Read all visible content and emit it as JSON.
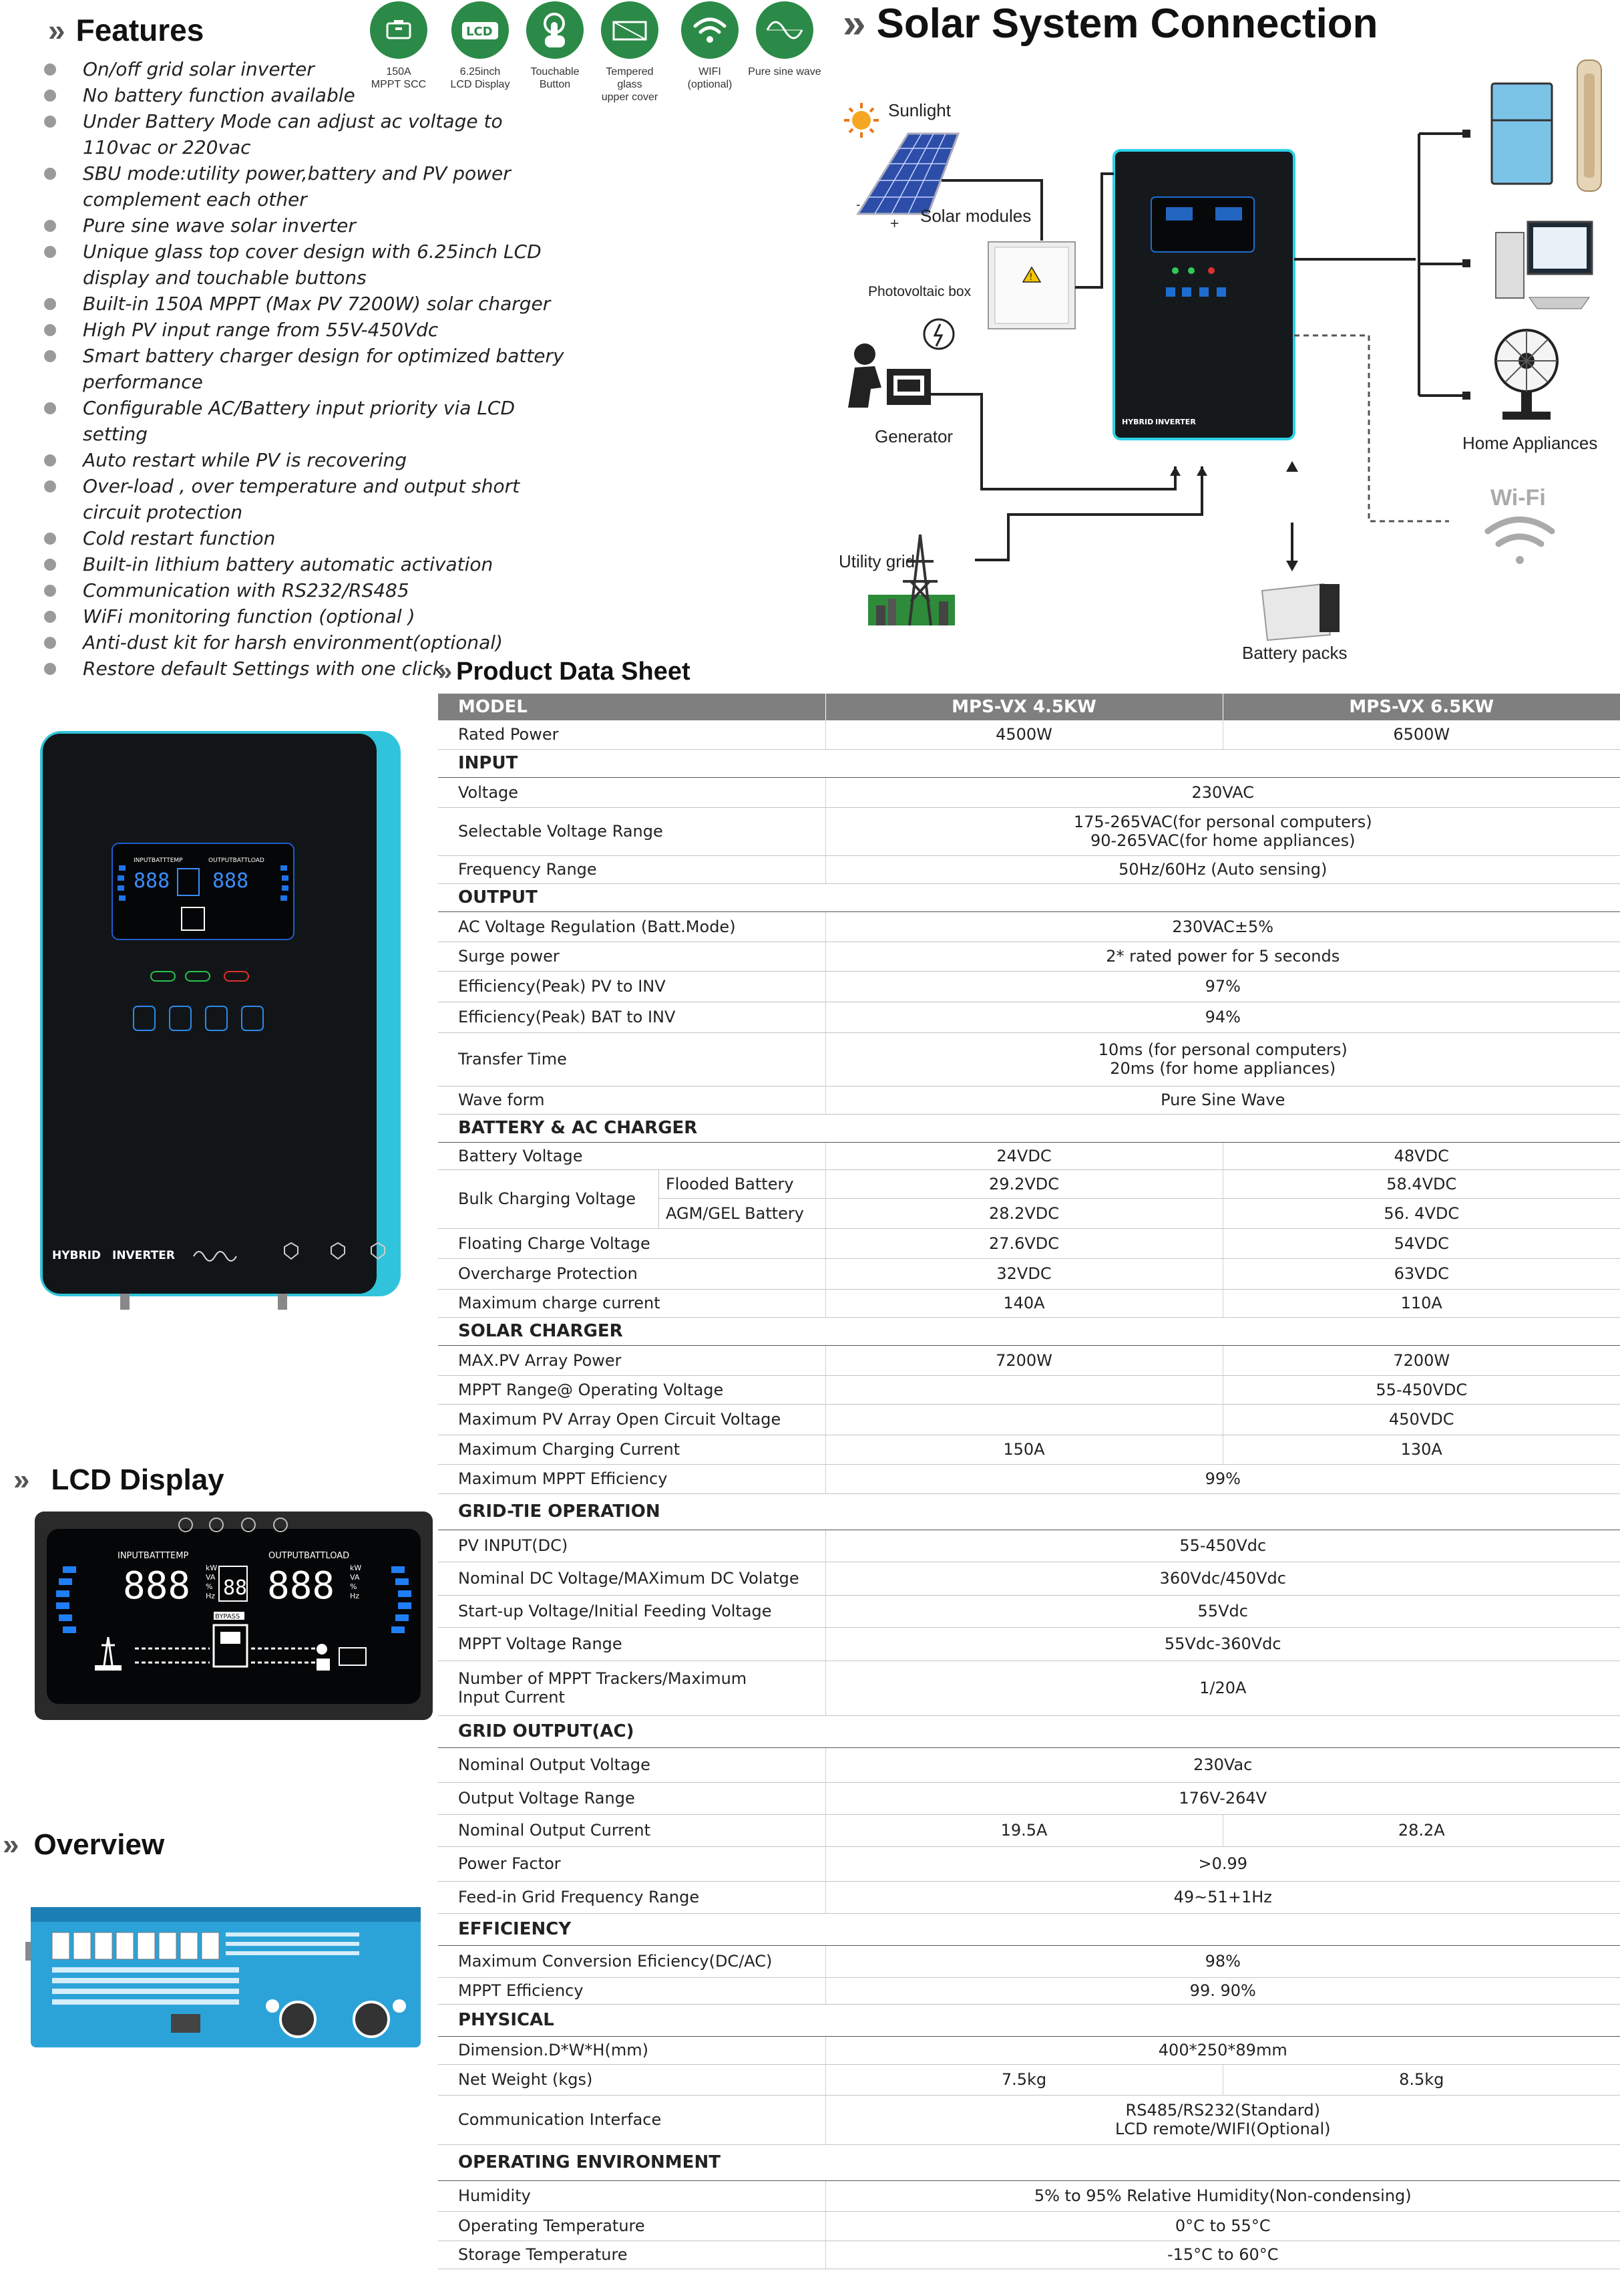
{
  "features": {
    "title": "Features",
    "items": [
      "On/off grid solar inverter",
      "No battery function available",
      "Under Battery Mode can adjust ac voltage to 110vac or 220vac",
      "SBU mode:utility power,battery and PV power complement each other",
      "Pure sine wave solar inverter",
      "Unique glass top cover design with 6.25inch LCD display and touchable buttons",
      "Built-in 150A MPPT (Max PV 7200W) solar charger",
      "High PV input range from 55V-450Vdc",
      "Smart battery charger design for optimized battery performance",
      "Configurable AC/Battery input priority via LCD setting",
      "Auto restart while PV is recovering",
      "Over-load , over temperature and output short circuit protection",
      "Cold restart function",
      "Built-in lithium battery automatic activation",
      "Communication with RS232/RS485",
      "WiFi monitoring function (optional )",
      "Anti-dust kit for harsh environment(optional)",
      "Restore default Settings with one click"
    ],
    "icons": [
      {
        "name": "mppt-scc-icon",
        "caption": "150A\nMPPT SCC"
      },
      {
        "name": "lcd-display-icon",
        "caption": "6.25inch\nLCD Display"
      },
      {
        "name": "touch-button-icon",
        "caption": "Touchable\nButton"
      },
      {
        "name": "tempered-glass-icon",
        "caption": "Tempered glass\nupper cover"
      },
      {
        "name": "wifi-icon",
        "caption": "WIFI\n(optional)"
      },
      {
        "name": "sine-wave-icon",
        "caption": "Pure sine wave"
      }
    ],
    "icon_color": "#2b8a47"
  },
  "solar": {
    "title": "Solar System Connection",
    "labels": {
      "sunlight": "Sunlight",
      "modules": "Solar modules",
      "pvbox": "Photovoltaic box",
      "generator": "Generator",
      "utility": "Utility grid",
      "battery": "Battery packs",
      "appliances": "Home Appliances",
      "wifi": "Wi-Fi"
    },
    "inverter_text": {
      "hybrid": "HYBRID",
      "inverter": "INVERTER"
    }
  },
  "product_text": {
    "hybrid": "HYBRID",
    "inverter": "INVERTER"
  },
  "lcd": {
    "title": "LCD Display",
    "input_label": "INPUTBATTTEMP",
    "output_label": "OUTPUTBATTLOAD",
    "digits": "888",
    "units": "kW\nVA\n%\nHz",
    "bypass": "BYPASS"
  },
  "overview": {
    "title": "Overview"
  },
  "datasheet": {
    "title": "Product Data Sheet",
    "header": {
      "label": "MODEL",
      "col1": "MPS-VX 4.5KW",
      "col2": "MPS-VX 6.5KW"
    },
    "rows": [
      {
        "t": "r",
        "label": "Rated Power",
        "v1": "4500W",
        "v2": "6500W",
        "h": 43
      },
      {
        "t": "s",
        "label": "INPUT",
        "h": 42
      },
      {
        "t": "r",
        "label": "Voltage",
        "v": "230VAC",
        "h": 45
      },
      {
        "t": "r",
        "label": "Selectable Voltage Range",
        "v": "175-265VAC(for personal computers)\n90-265VAC(for home appliances)",
        "h": 72
      },
      {
        "t": "r",
        "label": "Frequency Range",
        "v": "50Hz/60Hz (Auto sensing)",
        "h": 42
      },
      {
        "t": "s",
        "label": "OUTPUT",
        "h": 42
      },
      {
        "t": "r",
        "label": "AC Voltage Regulation (Batt.Mode)",
        "v": "230VAC±5%",
        "h": 45
      },
      {
        "t": "r",
        "label": "Surge power",
        "v": "2* rated power for 5 seconds",
        "h": 44
      },
      {
        "t": "r",
        "label": "Efficiency(Peak) PV to INV",
        "v": "97%",
        "h": 46
      },
      {
        "t": "r",
        "label": "Efficiency(Peak) BAT to INV",
        "v": "94%",
        "h": 46
      },
      {
        "t": "r",
        "label": "Transfer Time",
        "v": "10ms (for personal computers)\n20ms (for home appliances)",
        "h": 80
      },
      {
        "t": "r",
        "label": "Wave form",
        "v": "Pure Sine Wave",
        "h": 42
      },
      {
        "t": "s",
        "label": "BATTERY & AC CHARGER",
        "h": 42
      },
      {
        "t": "r",
        "label": "Battery Voltage",
        "v1": "24VDC",
        "v2": "48VDC",
        "h": 41
      },
      {
        "t": "b",
        "label": "Bulk Charging Voltage",
        "sub": "Flooded Battery",
        "v1": "29.2VDC",
        "v2": "58.4VDC",
        "h": 43
      },
      {
        "t": "b2",
        "sub": "AGM/GEL Battery",
        "v1": "28.2VDC",
        "v2": "56. 4VDC",
        "h": 45
      },
      {
        "t": "r",
        "label": "Floating Charge Voltage",
        "v1": "27.6VDC",
        "v2": "54VDC",
        "h": 45
      },
      {
        "t": "r",
        "label": "Overcharge Protection",
        "v1": "32VDC",
        "v2": "63VDC",
        "h": 46
      },
      {
        "t": "r",
        "label": "Maximum charge current",
        "v1": "140A",
        "v2": "110A",
        "h": 42
      },
      {
        "t": "s",
        "label": "SOLAR CHARGER",
        "h": 42
      },
      {
        "t": "r",
        "label": "MAX.PV Array Power",
        "v1": "7200W",
        "v2": "7200W",
        "h": 45
      },
      {
        "t": "r",
        "label": "MPPT  Range@ Operating Voltage",
        "v1": "",
        "v2": "55-450VDC",
        "h": 43
      },
      {
        "t": "r",
        "label": "Maximum PV Array Open Circuit Voltage",
        "v1": "",
        "v2": "450VDC",
        "h": 46
      },
      {
        "t": "r",
        "label": "Maximum Charging Current",
        "v1": "150A",
        "v2": "130A",
        "h": 44
      },
      {
        "t": "r",
        "label": "Maximum MPPT Efficiency",
        "v": "99%",
        "h": 44
      },
      {
        "t": "s",
        "label": "GRID-TIE OPERATION",
        "h": 54
      },
      {
        "t": "r",
        "label": "PV INPUT(DC)",
        "v": "55-450Vdc",
        "h": 48
      },
      {
        "t": "r",
        "label": "Nominal DC Voltage/MAXimum DC Volatge",
        "v": "360Vdc/450Vdc",
        "h": 50
      },
      {
        "t": "r",
        "label": "Start-up Voltage/Initial Feeding Voltage",
        "v": "55Vdc",
        "h": 48
      },
      {
        "t": "r",
        "label": "MPPT Voltage Range",
        "v": "55Vdc-360Vdc",
        "h": 50
      },
      {
        "t": "r",
        "label": "Number of MPPT Trackers/Maximum\nInput Current",
        "v": "1/20A",
        "h": 82
      },
      {
        "t": "s",
        "label": "GRID OUTPUT(AC)",
        "h": 48
      },
      {
        "t": "r",
        "label": "Nominal Output Voltage",
        "v": "230Vac",
        "h": 52
      },
      {
        "t": "r",
        "label": "Output Voltage Range",
        "v": "176V-264V",
        "h": 48
      },
      {
        "t": "r",
        "label": "Nominal Output Current",
        "v1": "19.5A",
        "v2": "28.2A",
        "h": 48
      },
      {
        "t": "r",
        "label": "Power Factor",
        "v": ">0.99",
        "h": 52
      },
      {
        "t": "r",
        "label": "Feed-in Grid Frequency Range",
        "v": "49~51+1Hz",
        "h": 48
      },
      {
        "t": "s",
        "label": "EFFICIENCY",
        "h": 48
      },
      {
        "t": "r",
        "label": "Maximum Conversion Eficiency(DC/AC)",
        "v": "98%",
        "h": 48
      },
      {
        "t": "r",
        "label": "MPPT Efficiency",
        "v": "99. 90%",
        "h": 40
      },
      {
        "t": "s",
        "label": "PHYSICAL",
        "h": 48
      },
      {
        "t": "r",
        "label": "Dimension.D*W*H(mm)",
        "v": "400*250*89mm",
        "h": 42
      },
      {
        "t": "r",
        "label": "Net Weight (kgs)",
        "v1": "7.5kg",
        "v2": "8.5kg",
        "h": 46
      },
      {
        "t": "r",
        "label": "Communication Interface",
        "v": "RS485/RS232(Standard)\nLCD remote/WIFI(Optional)",
        "h": 74
      },
      {
        "t": "s",
        "label": "OPERATING ENVIRONMENT",
        "h": 54
      },
      {
        "t": "r",
        "label": "Humidity",
        "v": "5% to 95% Relative Humidity(Non-condensing)",
        "h": 46
      },
      {
        "t": "r",
        "label": "Operating Temperature",
        "v": "0°C to 55°C",
        "h": 44
      },
      {
        "t": "r",
        "label": "Storage Temperature",
        "v": "-15°C to 60°C",
        "h": 42
      }
    ]
  }
}
